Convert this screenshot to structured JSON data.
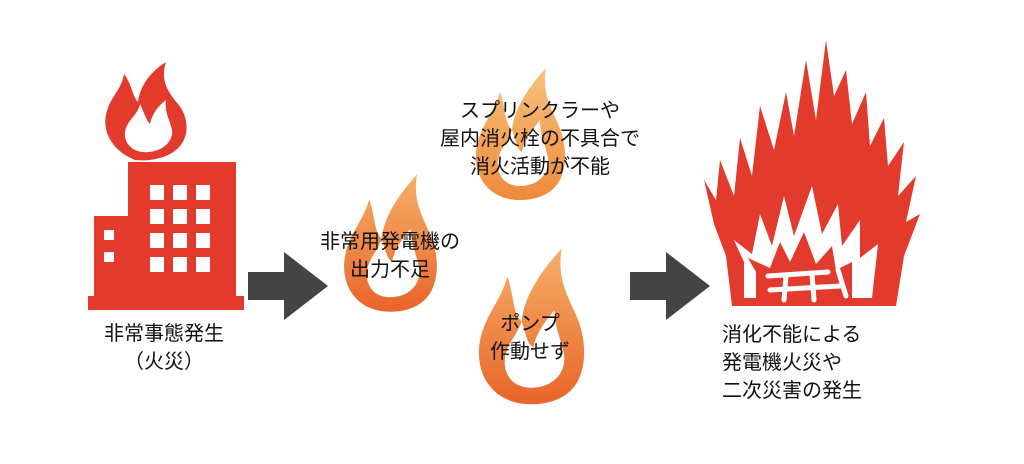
{
  "colors": {
    "fire_red": "#E23B2E",
    "flame_orange": "#EE7A33",
    "flame_light": "#F2A257",
    "arrow": "#444444",
    "text": "#111111"
  },
  "stages": {
    "origin": {
      "lines": [
        "非常事態発生",
        "（火災）"
      ]
    },
    "generator_output": {
      "lines": [
        "非常用発電機の",
        "出力不足"
      ]
    },
    "sprinkler": {
      "lines": [
        "スプリンクラーや",
        "屋内消火栓の不具合で",
        "消火活動が不能"
      ]
    },
    "pump": {
      "lines": [
        "ポンプ",
        "作動せず"
      ]
    },
    "result": {
      "lines": [
        "消化不能による",
        "発電機火災や",
        "二次災害の発生"
      ]
    }
  },
  "icons": {
    "burning_building": "burning-building-icon",
    "arrow": "arrow-right-icon",
    "flame": "flame-icon",
    "big_fire": "big-fire-icon"
  }
}
